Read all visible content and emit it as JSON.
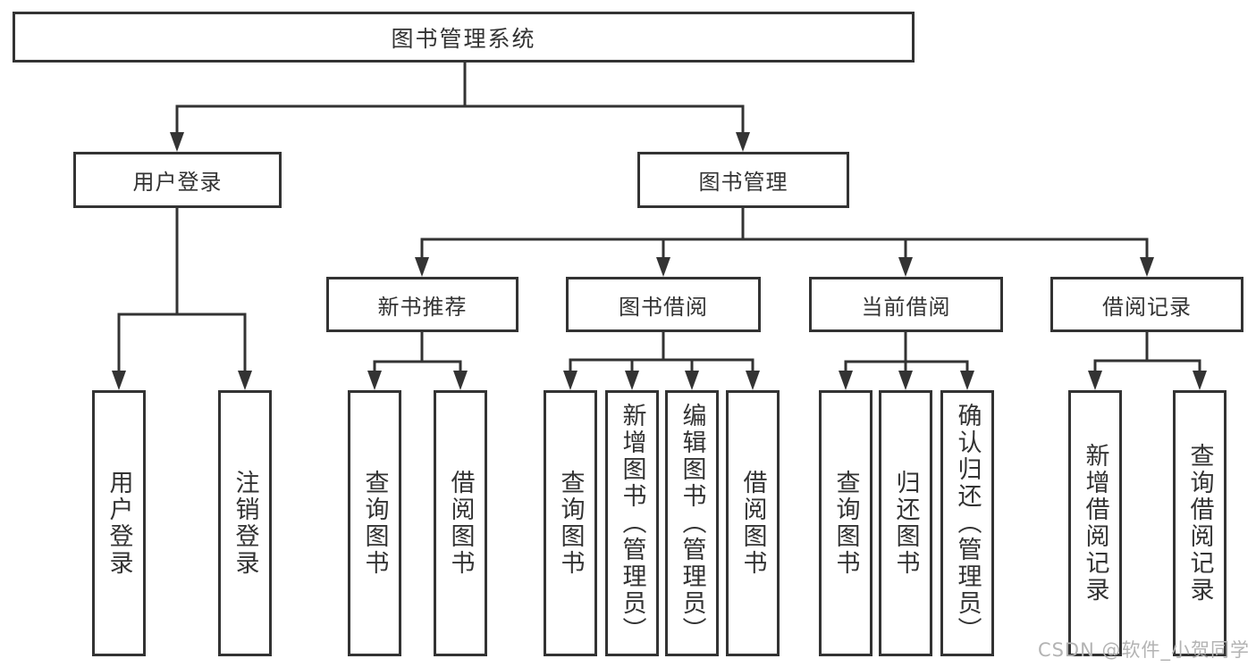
{
  "diagram": {
    "type": "hierarchy-tree",
    "tree": {
      "label": "图书管理系统",
      "children": [
        {
          "label": "用户登录",
          "children": [
            {
              "label": "用户登录"
            },
            {
              "label": "注销登录"
            }
          ]
        },
        {
          "label": "图书管理",
          "children": [
            {
              "label": "新书推荐",
              "children": [
                {
                  "label": "查询图书"
                },
                {
                  "label": "借阅图书"
                }
              ]
            },
            {
              "label": "图书借阅",
              "children": [
                {
                  "label": "查询图书"
                },
                {
                  "label": "新增图书（管理员）"
                },
                {
                  "label": "编辑图书（管理员）"
                },
                {
                  "label": "借阅图书"
                }
              ]
            },
            {
              "label": "当前借阅",
              "children": [
                {
                  "label": "查询图书"
                },
                {
                  "label": "归还图书"
                },
                {
                  "label": "确认归还（管理员）"
                }
              ]
            },
            {
              "label": "借阅记录",
              "children": [
                {
                  "label": "新增借阅记录"
                },
                {
                  "label": "查询借阅记录"
                }
              ]
            }
          ]
        }
      ]
    },
    "colors": {
      "line": "#333333",
      "box_border": "#333333",
      "text": "#333333",
      "background": "#ffffff",
      "watermark": "#b3b3b3"
    }
  },
  "watermark": {
    "text": "CSDN @软件_小贺同学"
  }
}
